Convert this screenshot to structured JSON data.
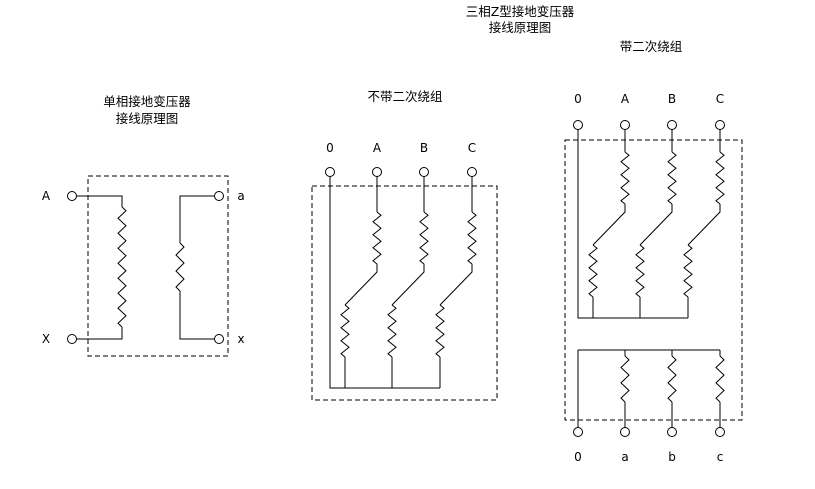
{
  "main_title": {
    "line1": "三相Z型接地变压器",
    "line2": "接线原理图"
  },
  "diagrams": {
    "single_phase": {
      "title_line1": "单相接地变压器",
      "title_line2": "接线原理图",
      "terminals": {
        "primary_top": "A",
        "primary_bottom": "X",
        "secondary_top": "a",
        "secondary_bottom": "x"
      }
    },
    "no_secondary": {
      "title": "不带二次绕组",
      "top_terminals": [
        "0",
        "A",
        "B",
        "C"
      ]
    },
    "with_secondary": {
      "title": "带二次绕组",
      "top_terminals": [
        "0",
        "A",
        "B",
        "C"
      ],
      "bottom_terminals": [
        "0",
        "a",
        "b",
        "c"
      ]
    }
  },
  "colors": {
    "line": "#000000",
    "background": "#ffffff"
  }
}
